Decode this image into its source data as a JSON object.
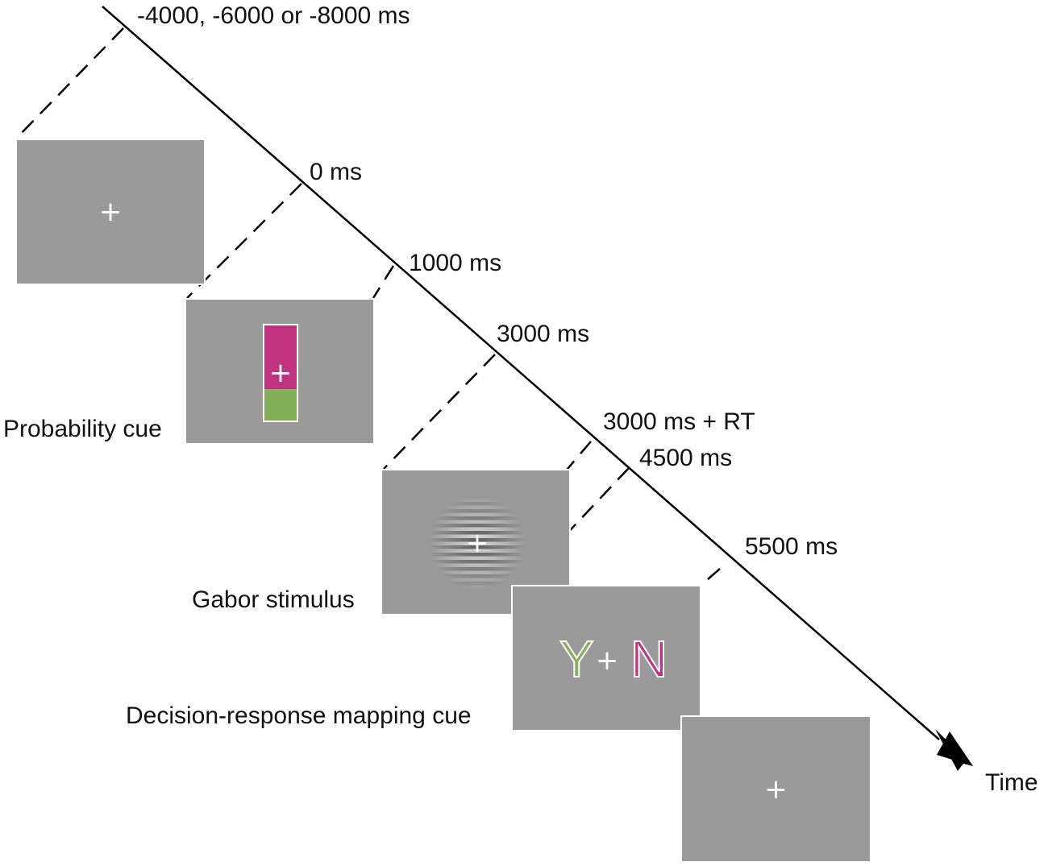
{
  "timeline": {
    "axis_label": "Time",
    "time_points": [
      {
        "id": "t-pre",
        "label": "-4000, -6000 or -8000 ms"
      },
      {
        "id": "t-0",
        "label": "0 ms"
      },
      {
        "id": "t-1000",
        "label": "1000 ms"
      },
      {
        "id": "t-3000",
        "label": "3000 ms"
      },
      {
        "id": "t-3000rt",
        "label": "3000 ms + RT"
      },
      {
        "id": "t-4500",
        "label": "4500 ms"
      },
      {
        "id": "t-5500",
        "label": "5500 ms"
      }
    ]
  },
  "screens": {
    "fixation_1": {
      "symbol": "+"
    },
    "probability_cue": {
      "label": "Probability cue",
      "symbol": "+",
      "top_color": "#c0337e",
      "bottom_color": "#84b05a"
    },
    "gabor": {
      "label": "Gabor stimulus",
      "symbol": "+"
    },
    "mapping_cue": {
      "label": "Decision-response mapping cue",
      "left_letter": "Y",
      "center_symbol": "+",
      "right_letter": "N",
      "left_color": "#84b05a",
      "right_color": "#c0337e"
    },
    "fixation_2": {
      "symbol": "+"
    }
  },
  "colors": {
    "screen_gray": "#9a9a9a",
    "line": "#000000"
  }
}
